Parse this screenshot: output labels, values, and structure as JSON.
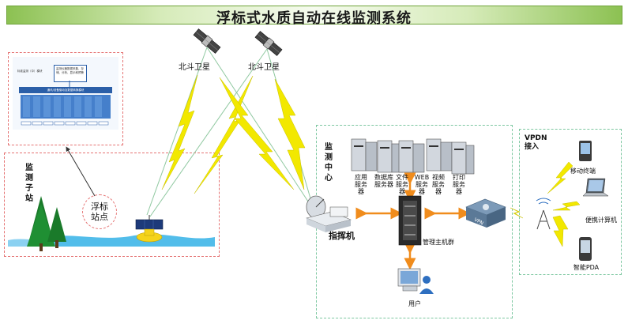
{
  "title": "浮标式水质自动在线监测系统",
  "satellites": [
    {
      "label": "北斗卫星"
    },
    {
      "label": "北斗卫星"
    }
  ],
  "left_panel": {
    "top_left_text": "标准监测（中）模块",
    "top_box_text": "监测仪器数据采集、存储、分析、显示和预警",
    "band_text": "通讯/设备驱动及数据转换模块"
  },
  "station": {
    "label": "监测子站",
    "buoy_label": "浮标站点"
  },
  "command": {
    "label": "指挥机"
  },
  "center": {
    "label": "监测中心",
    "servers": [
      "应用服务器",
      "数据库服务器",
      "文件服务器",
      "WEB服务器",
      "视频服务器",
      "打印服务器"
    ],
    "host_label": "管理主机群",
    "user_label": "用户"
  },
  "vpdn": {
    "label": "VPDN接入",
    "vpn_label": "VPN",
    "terminals": [
      "移动终端",
      "便携计算机",
      "智能PDA"
    ]
  },
  "colors": {
    "title_green": "#8cc152",
    "link_yellow": "#f2e800",
    "arrow_orange": "#f08c1c",
    "red_dash": "#e57373",
    "green_dash": "#7cc7a0"
  }
}
